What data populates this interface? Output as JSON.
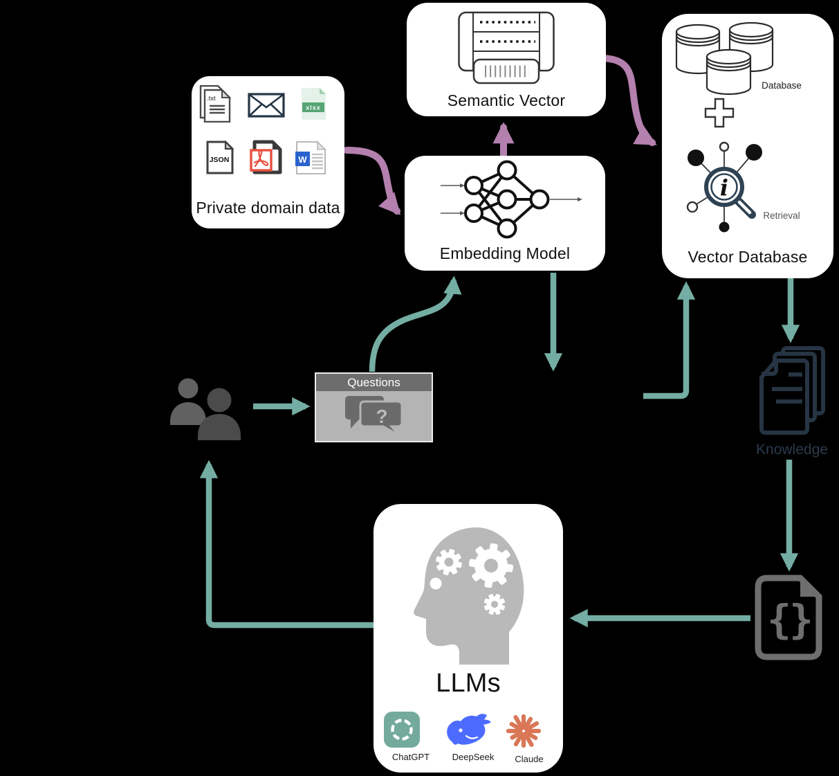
{
  "diagram": {
    "background": "#000000",
    "colors": {
      "flow_teal": "#74ada3",
      "flow_purple": "#b480ae",
      "node_bg": "#ffffff",
      "knowledge_ink": "#2b3a4c"
    },
    "nodes": {
      "private_domain": {
        "label": "Private domain data",
        "txt_badge": ".txt",
        "xlsx_badge": "xlsx",
        "json_badge": "JSON",
        "word_badge": "W",
        "icons": [
          "text-file",
          "email-envelope",
          "xlsx-file",
          "json-file",
          "pdf-file",
          "word-file"
        ]
      },
      "semantic_vector": {
        "label": "Semantic Vector",
        "icons": [
          "vector-matrix"
        ]
      },
      "embedding_model": {
        "label": "Embedding Model",
        "icons": [
          "neural-network"
        ]
      },
      "vector_database": {
        "label": "Vector Database",
        "database_caption": "Database",
        "retrieval_caption": "Retrieval",
        "info_glyph": "i",
        "icons": [
          "database-cylinders",
          "plus-sign",
          "retrieval-magnifier"
        ]
      },
      "users": {
        "icons": [
          "users-silhouette"
        ]
      },
      "questions": {
        "label": "Questions",
        "question_glyph": "?",
        "icons": [
          "chat-bubbles"
        ]
      },
      "knowledge": {
        "label": "Knowledge",
        "icons": [
          "stacked-documents"
        ]
      },
      "output_json": {
        "brace_left": "{",
        "brace_right": "}",
        "icons": [
          "json-braces-file"
        ]
      },
      "llms": {
        "label": "LLMs",
        "providers": [
          {
            "name": "ChatGPT"
          },
          {
            "name": "DeepSeek"
          },
          {
            "name": "Claude"
          }
        ],
        "icons": [
          "head-with-gears",
          "chatgpt-logo",
          "deepseek-logo",
          "claude-logo"
        ]
      }
    }
  }
}
